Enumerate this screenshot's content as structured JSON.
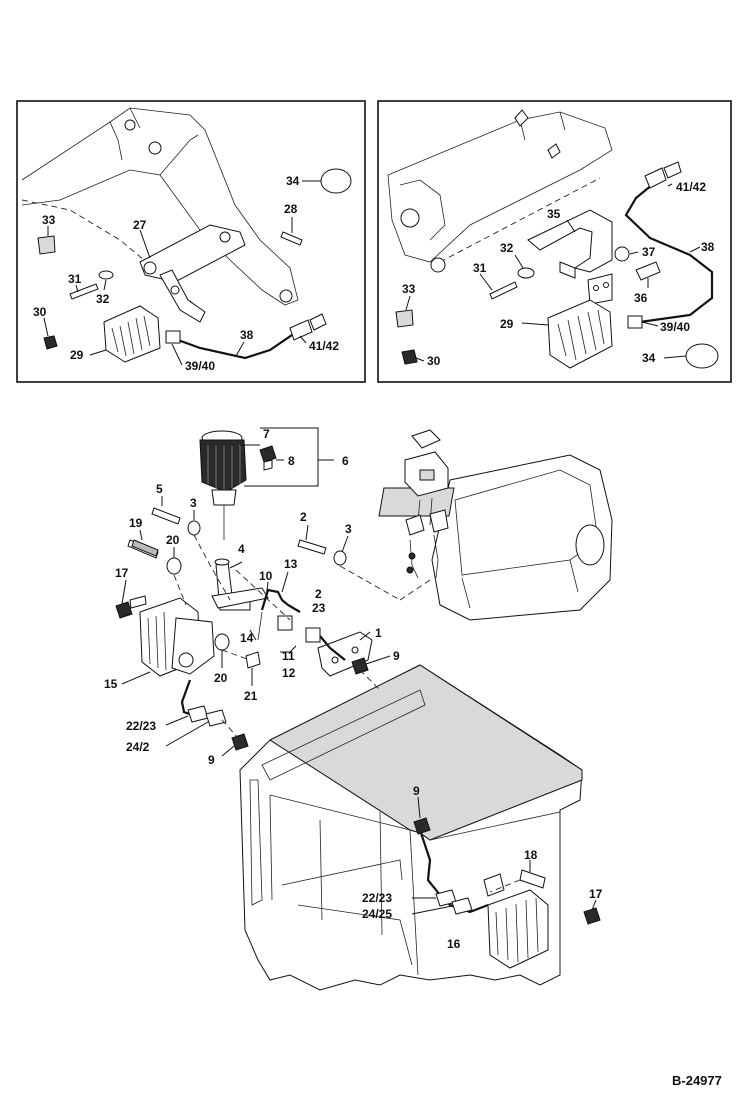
{
  "callouts": {
    "p1": {
      "c34": "34",
      "c33": "33",
      "c27": "27",
      "c28": "28",
      "c31": "31",
      "c32": "32",
      "c30": "30",
      "c29": "29",
      "c38": "38",
      "c4142": "41/42",
      "c3940": "39/40"
    },
    "p2": {
      "c4142": "41/42",
      "c35": "35",
      "c38": "38",
      "c32": "32",
      "c37": "37",
      "c31": "31",
      "c33": "33",
      "c36": "36",
      "c29": "29",
      "c3940": "39/40",
      "c30": "30",
      "c34": "34"
    },
    "main": {
      "c7": "7",
      "c8": "8",
      "c6": "6",
      "c5": "5",
      "c3a": "3",
      "c2": "2",
      "c3b": "3",
      "c19": "19",
      "c20a": "20",
      "c4": "4",
      "c10": "10",
      "c13": "13",
      "c17a": "17",
      "c2223a": "2",
      "c2425a": "23",
      "c1": "1",
      "c14": "14",
      "c11": "11",
      "c12": "12",
      "c9a": "9",
      "c15": "15",
      "c20b": "20",
      "c21": "21",
      "c2223b": "22/23",
      "c2425b": "24/2",
      "c9b": "9",
      "c9c": "9",
      "c18": "18",
      "c2223c": "22/23",
      "c2425c": "24/25",
      "c17b": "17",
      "c16": "16"
    }
  },
  "figure_id": "B-24977"
}
